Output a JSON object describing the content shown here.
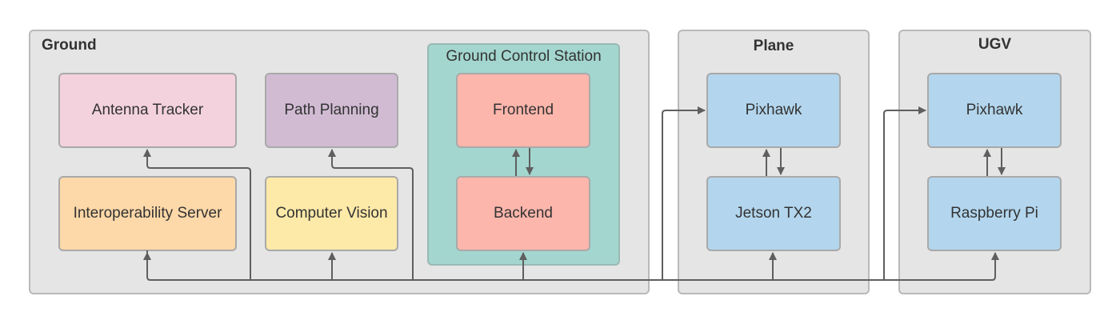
{
  "groups": {
    "ground": "Ground",
    "gcs": "Ground Control Station",
    "plane": "Plane",
    "ugv": "UGV"
  },
  "nodes": {
    "antenna_tracker": {
      "label": "Antenna Tracker",
      "color": "#f3d2de"
    },
    "path_planning": {
      "label": "Path Planning",
      "color": "#d1bbd3"
    },
    "interop_server": {
      "label": "Interoperability Server",
      "color": "#fdd8a8"
    },
    "computer_vision": {
      "label": "Computer Vision",
      "color": "#fde9a8"
    },
    "frontend": {
      "label": "Frontend",
      "color": "#fdb6ac"
    },
    "backend": {
      "label": "Backend",
      "color": "#fdb6ac"
    },
    "plane_pixhawk": {
      "label": "Pixhawk",
      "color": "#b3d6ee"
    },
    "jetson": {
      "label": "Jetson TX2",
      "color": "#b3d6ee"
    },
    "ugv_pixhawk": {
      "label": "Pixhawk",
      "color": "#b3d6ee"
    },
    "raspberry_pi": {
      "label": "Raspberry Pi",
      "color": "#b3d6ee"
    }
  },
  "colors": {
    "wire": "#5f5f5f",
    "gcs_bg": "#a3d6cf",
    "group_bg": "#e5e5e5"
  }
}
